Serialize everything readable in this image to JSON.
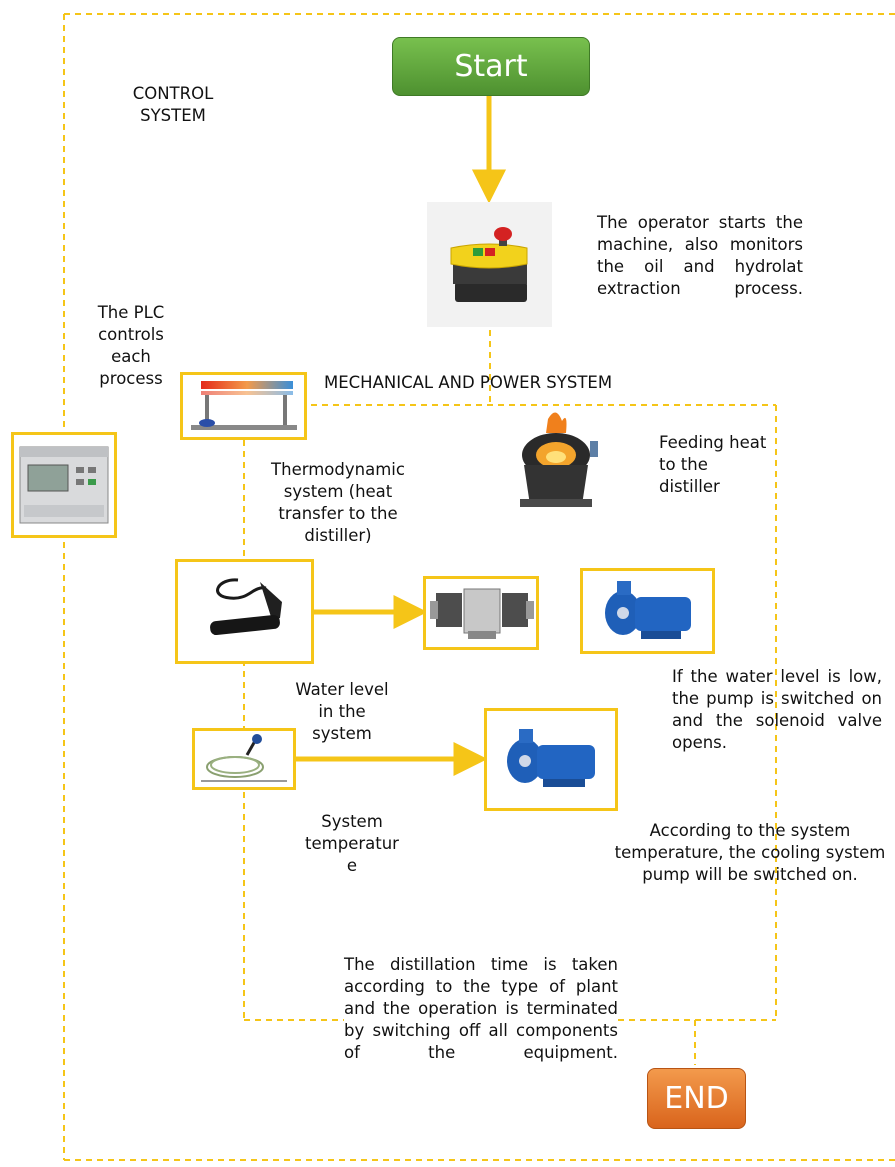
{
  "terminals": {
    "start": "Start",
    "end": "END"
  },
  "sections": {
    "control_system": "CONTROL SYSTEM",
    "mechanical_power_system": "MECHANICAL AND POWER SYSTEM"
  },
  "texts": {
    "operator": "The operator starts the machine, also monitors the oil and hydrolat extraction process.",
    "plc": "The PLC controls each process",
    "feeding_heat": "Feeding heat to the distiller",
    "thermodynamic": "Thermodynamic system (heat transfer to the distiller)",
    "water_level": "Water level in the system",
    "pump_water": "If the water level is low, the pump is switched on and the solenoid valve opens.",
    "system_temperature": "System temperatur e",
    "cooling": "According to the system temperature, the cooling system pump will be switched on.",
    "distillation": "The distillation time is taken according to the type of plant and the operation is terminated by switching off all components of the equipment."
  },
  "icons": {
    "start_button": "start-stop-button-box",
    "plc": "plc-controller",
    "heater": "heat-transfer-rig",
    "stove": "burning-stove",
    "float_switch": "float-level-switch",
    "solenoid_valve": "solenoid-valve",
    "pump_1": "centrifugal-pump",
    "temperature_sensor": "temperature-probe",
    "pump_2": "centrifugal-pump"
  },
  "colors": {
    "frame": "#f5c518",
    "dashed": "#f5c518",
    "start_fill": "#5aa33a",
    "end_fill": "#e8772a"
  }
}
